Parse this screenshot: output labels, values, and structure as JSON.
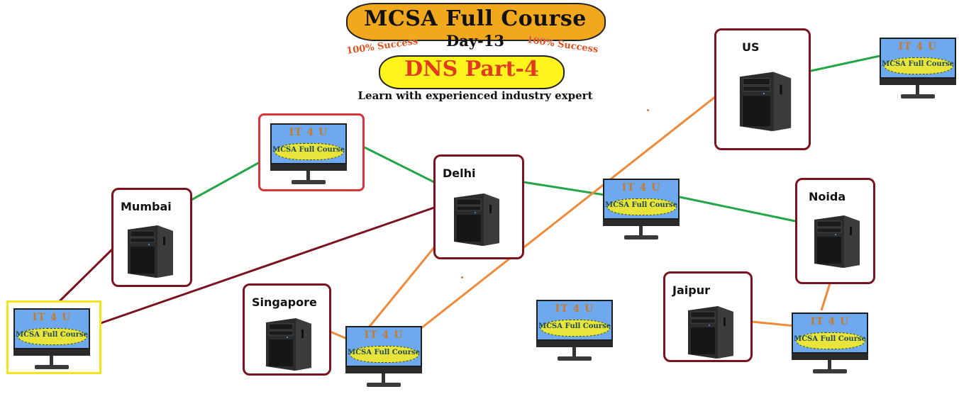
{
  "header": {
    "title": "MCSA Full Course",
    "day": "Day-13",
    "badge_left": "100% Success",
    "badge_right": "100% Success",
    "topic": "DNS Part-4",
    "tagline": "Learn with experienced industry expert"
  },
  "monitor_content": {
    "logo": "IT 4 U",
    "banner": "MCSA Full Course"
  },
  "servers": [
    {
      "id": "mumbai",
      "label": "Mumbai"
    },
    {
      "id": "delhi",
      "label": "Delhi"
    },
    {
      "id": "us",
      "label": "US"
    },
    {
      "id": "noida",
      "label": "Noida"
    },
    {
      "id": "jaipur",
      "label": "Jaipur"
    },
    {
      "id": "singapore",
      "label": "Singapore"
    }
  ],
  "clients": [
    {
      "id": "client-top-center",
      "highlight": "red"
    },
    {
      "id": "client-bottom-left",
      "highlight": "yellow"
    },
    {
      "id": "client-top-right",
      "highlight": "none"
    },
    {
      "id": "client-middle",
      "highlight": "none"
    },
    {
      "id": "client-bottom-center",
      "highlight": "none"
    },
    {
      "id": "client-bottom-mid",
      "highlight": "none"
    },
    {
      "id": "client-bottom-right",
      "highlight": "none"
    }
  ],
  "links": [
    {
      "from": "mumbai",
      "to": "client-top-center",
      "color": "green"
    },
    {
      "from": "client-top-center",
      "to": "delhi",
      "color": "green"
    },
    {
      "from": "delhi",
      "to": "client-middle",
      "color": "green"
    },
    {
      "from": "client-middle",
      "to": "noida",
      "color": "green"
    },
    {
      "from": "us",
      "to": "client-top-right",
      "color": "green"
    },
    {
      "from": "mumbai",
      "to": "client-bottom-left",
      "color": "maroon"
    },
    {
      "from": "delhi",
      "to": "client-bottom-left",
      "color": "maroon"
    },
    {
      "from": "singapore",
      "to": "client-bottom-center",
      "color": "orange"
    },
    {
      "from": "delhi",
      "to": "client-bottom-center",
      "color": "orange"
    },
    {
      "from": "us",
      "to": "client-bottom-center",
      "color": "orange"
    },
    {
      "from": "jaipur",
      "to": "client-bottom-right",
      "color": "orange"
    },
    {
      "from": "noida",
      "to": "client-bottom-right",
      "color": "orange"
    }
  ],
  "colors": {
    "green": "#23a548",
    "maroon": "#7a1220",
    "orange": "#ee8a3a",
    "server_border": "#7a1220",
    "highlight_red": "#d9343a",
    "highlight_yellow": "#f5e41c",
    "screen": "#6ea8ef"
  }
}
